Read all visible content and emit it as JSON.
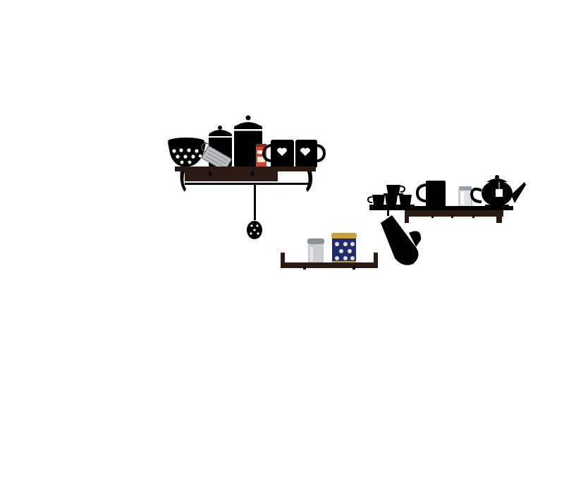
{
  "scene": {
    "background": "#ffffff",
    "silhouette_color": "#000000",
    "shelf_color": "#2a1a14",
    "groups": [
      {
        "name": "left-shelf",
        "items": [
          "polka-dot-bowl",
          "grater",
          "small-canister",
          "tall-canister",
          "spice-tin",
          "heart-mug",
          "heart-mug",
          "slotted-spoon"
        ]
      },
      {
        "name": "bottom-shelf",
        "items": [
          "salt-shaker",
          "patterned-tea-tin"
        ]
      },
      {
        "name": "right-shelf",
        "items": [
          "stacked-cups",
          "mug",
          "glass-shaker",
          "teapot",
          "oven-mitt"
        ]
      }
    ],
    "accent_colors": {
      "spice_tin_red": "#d0452e",
      "tin_blue": "#1f2d6e",
      "tin_gold": "#c9a23a",
      "steel": "#b9bcc0"
    }
  }
}
